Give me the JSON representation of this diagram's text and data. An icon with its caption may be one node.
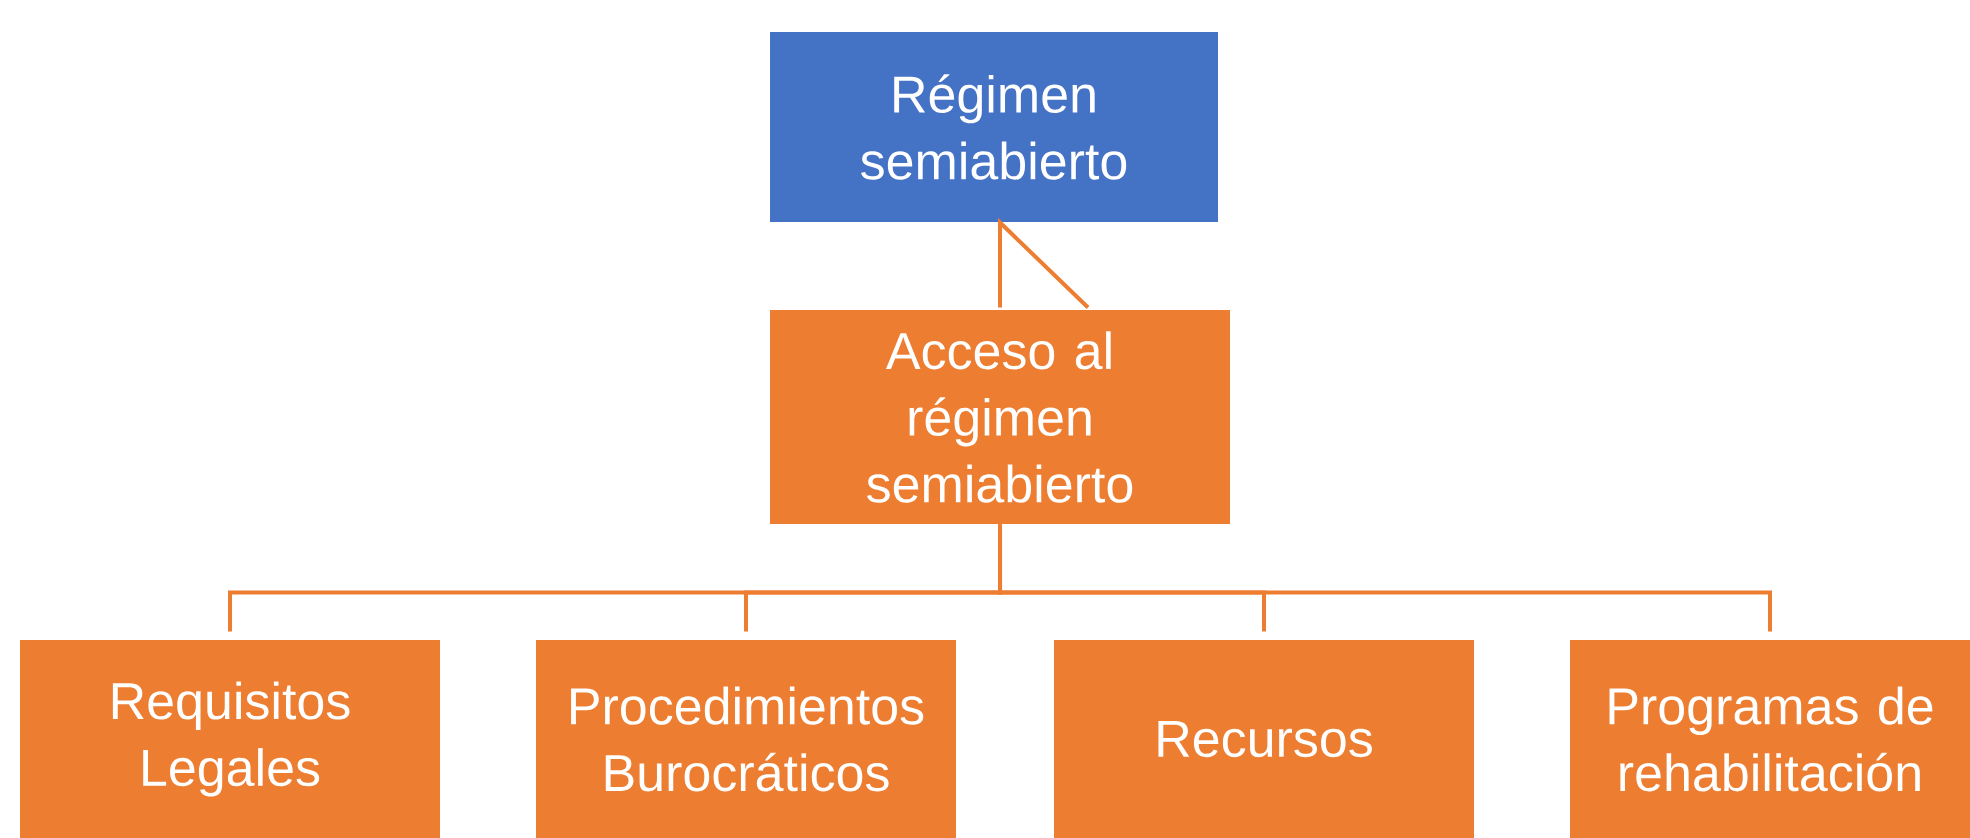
{
  "diagram": {
    "nodes": [
      {
        "text": [
          "Régimen semiabierto"
        ]
      },
      {
        "text": [
          "Acceso al régimen semiabierto"
        ]
      },
      {
        "text": [
          "Requisitos Legales"
        ]
      },
      {
        "text": [
          "Procedimientos Burocráticos"
        ]
      },
      {
        "text": [
          "Recursos"
        ]
      },
      {
        "text": [
          "Programas de rehabilitación"
        ]
      }
    ],
    "edges": [
      {
        "from": 1,
        "to": 0,
        "arrow": "none"
      },
      {
        "from": 1,
        "to": 2,
        "arrow": "none"
      },
      {
        "from": 1,
        "to": 3,
        "arrow": "none"
      },
      {
        "from": 1,
        "to": 4,
        "arrow": "none"
      },
      {
        "from": 1,
        "to": 5,
        "arrow": "none"
      }
    ]
  }
}
